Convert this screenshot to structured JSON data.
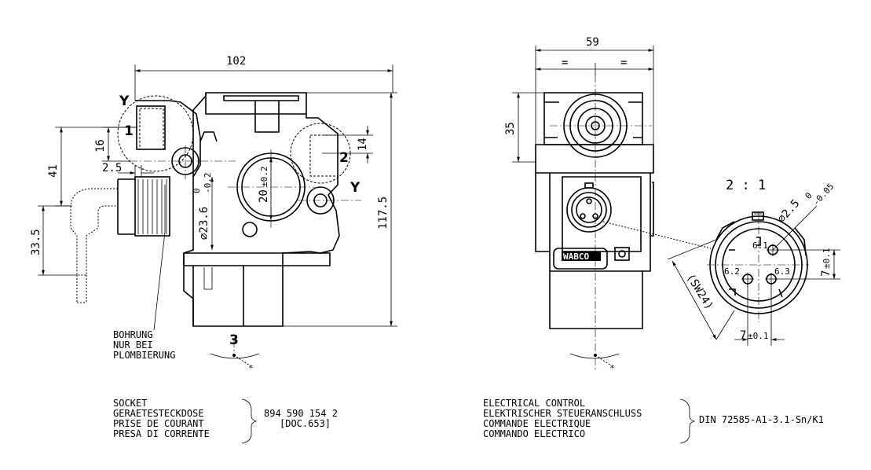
{
  "labels": {
    "port_y_top": "Y",
    "port_1": "1",
    "port_2": "2",
    "port_y_right": "Y",
    "port_3": "3",
    "scale": "2 : 1"
  },
  "dimensions": {
    "d102": "102",
    "d41": "41",
    "d16": "16",
    "d2_5": "2.5",
    "d33_5": "33.5",
    "d14": "14",
    "d117_5": "117.5",
    "d23_6": "⌀23.6",
    "d23_6_tol_upper": "0",
    "d23_6_tol_lower": "-0.2",
    "d20": "20",
    "d20_tol": "±0.2",
    "d59": "59",
    "d59_eq_left": "=",
    "d59_eq_right": "=",
    "d35": "35",
    "d2_5_pin": "⌀2.5",
    "d2_5_pin_tol_upper": "0",
    "d2_5_pin_tol_lower": "-0.05",
    "sw24": "(SW24)",
    "d7_right": "7",
    "d7_right_tol": "±0.1",
    "d7_bottom": "7",
    "d7_bottom_tol": "±0.1",
    "pin_6_1": "6.1",
    "pin_6_2": "6.2",
    "pin_6_3": "6.3"
  },
  "logo": "WABCO",
  "note": {
    "line1": "BOHRUNG",
    "line2": "NUR BEI",
    "line3": "PLOMBIERUNG"
  },
  "socket": {
    "lines": [
      "SOCKET",
      "GERAETESTECKDOSE",
      "PRISE DE COURANT",
      "PRESA DI CORRENTE"
    ],
    "part_number": "894 590 154 2",
    "doc": "[DOC.653]"
  },
  "electrical": {
    "lines": [
      "ELECTRICAL CONTROL",
      "ELEKTRISCHER STEUERANSCHLUSS",
      "COMMANDE ELECTRIQUE",
      "COMMANDO ELECTRICO"
    ],
    "standard": "DIN 72585-A1-3.1-Sn/K1"
  }
}
